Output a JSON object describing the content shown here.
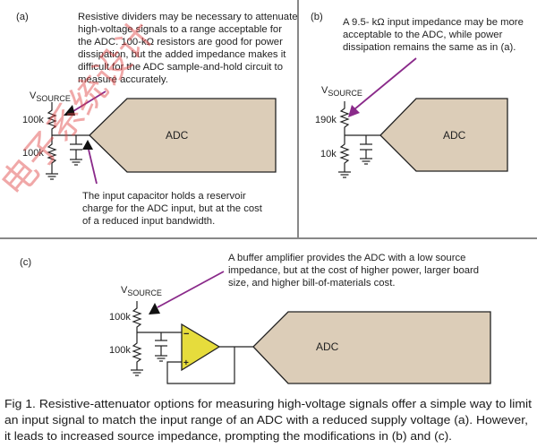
{
  "panels": {
    "a": {
      "label": "(a)",
      "note_lines": [
        "Resistive dividers may be necessary to attenuate",
        "high-voltage signals to a range acceptable for",
        "the ADC. 100-kΩ resistors are good for power",
        "dissipation, but the added impedance makes it",
        "difficult for the ADC sample-and-hold circuit to",
        "measure accurately."
      ],
      "note2_lines": [
        "The input capacitor holds a reservoir",
        "charge for the ADC input, but at the cost",
        "of a reduced input bandwidth."
      ],
      "vsource": "V",
      "vsource_sub": "SOURCE",
      "r_top": "100k",
      "r_bottom": "100k",
      "adc": "ADC"
    },
    "b": {
      "label": "(b)",
      "note_lines": [
        "A 9.5- kΩ input impedance may be more",
        "acceptable to the ADC, while power",
        "dissipation remains the same as in (a)."
      ],
      "vsource": "V",
      "vsource_sub": "SOURCE",
      "r_top": "190k",
      "r_bottom": "10k",
      "adc": "ADC"
    },
    "c": {
      "label": "(c)",
      "note_lines": [
        "A buffer amplifier provides the ADC with a low source",
        "impedance, but at the cost of higher power, larger board",
        "size, and higher bill-of-materials cost."
      ],
      "vsource": "V",
      "vsource_sub": "SOURCE",
      "r_top": "100k",
      "r_bottom": "100k",
      "adc": "ADC",
      "opamp_minus": "−",
      "opamp_plus": "+"
    }
  },
  "caption_lines": [
    "Fig 1. Resistive-attenuator options for measuring high-voltage signals offer a simple way to limit",
    "an input signal to match the input range of an ADC with a reduced supply voltage (a). However,",
    "it leads to increased source impedance, prompting the modifications in (b) and (c)."
  ],
  "watermark": "电子系统设计",
  "colors": {
    "adc_fill": "#dccdb8",
    "arrow": "#8a2a8a",
    "opamp": "#e6dc3c",
    "watermark": "#e04040"
  }
}
